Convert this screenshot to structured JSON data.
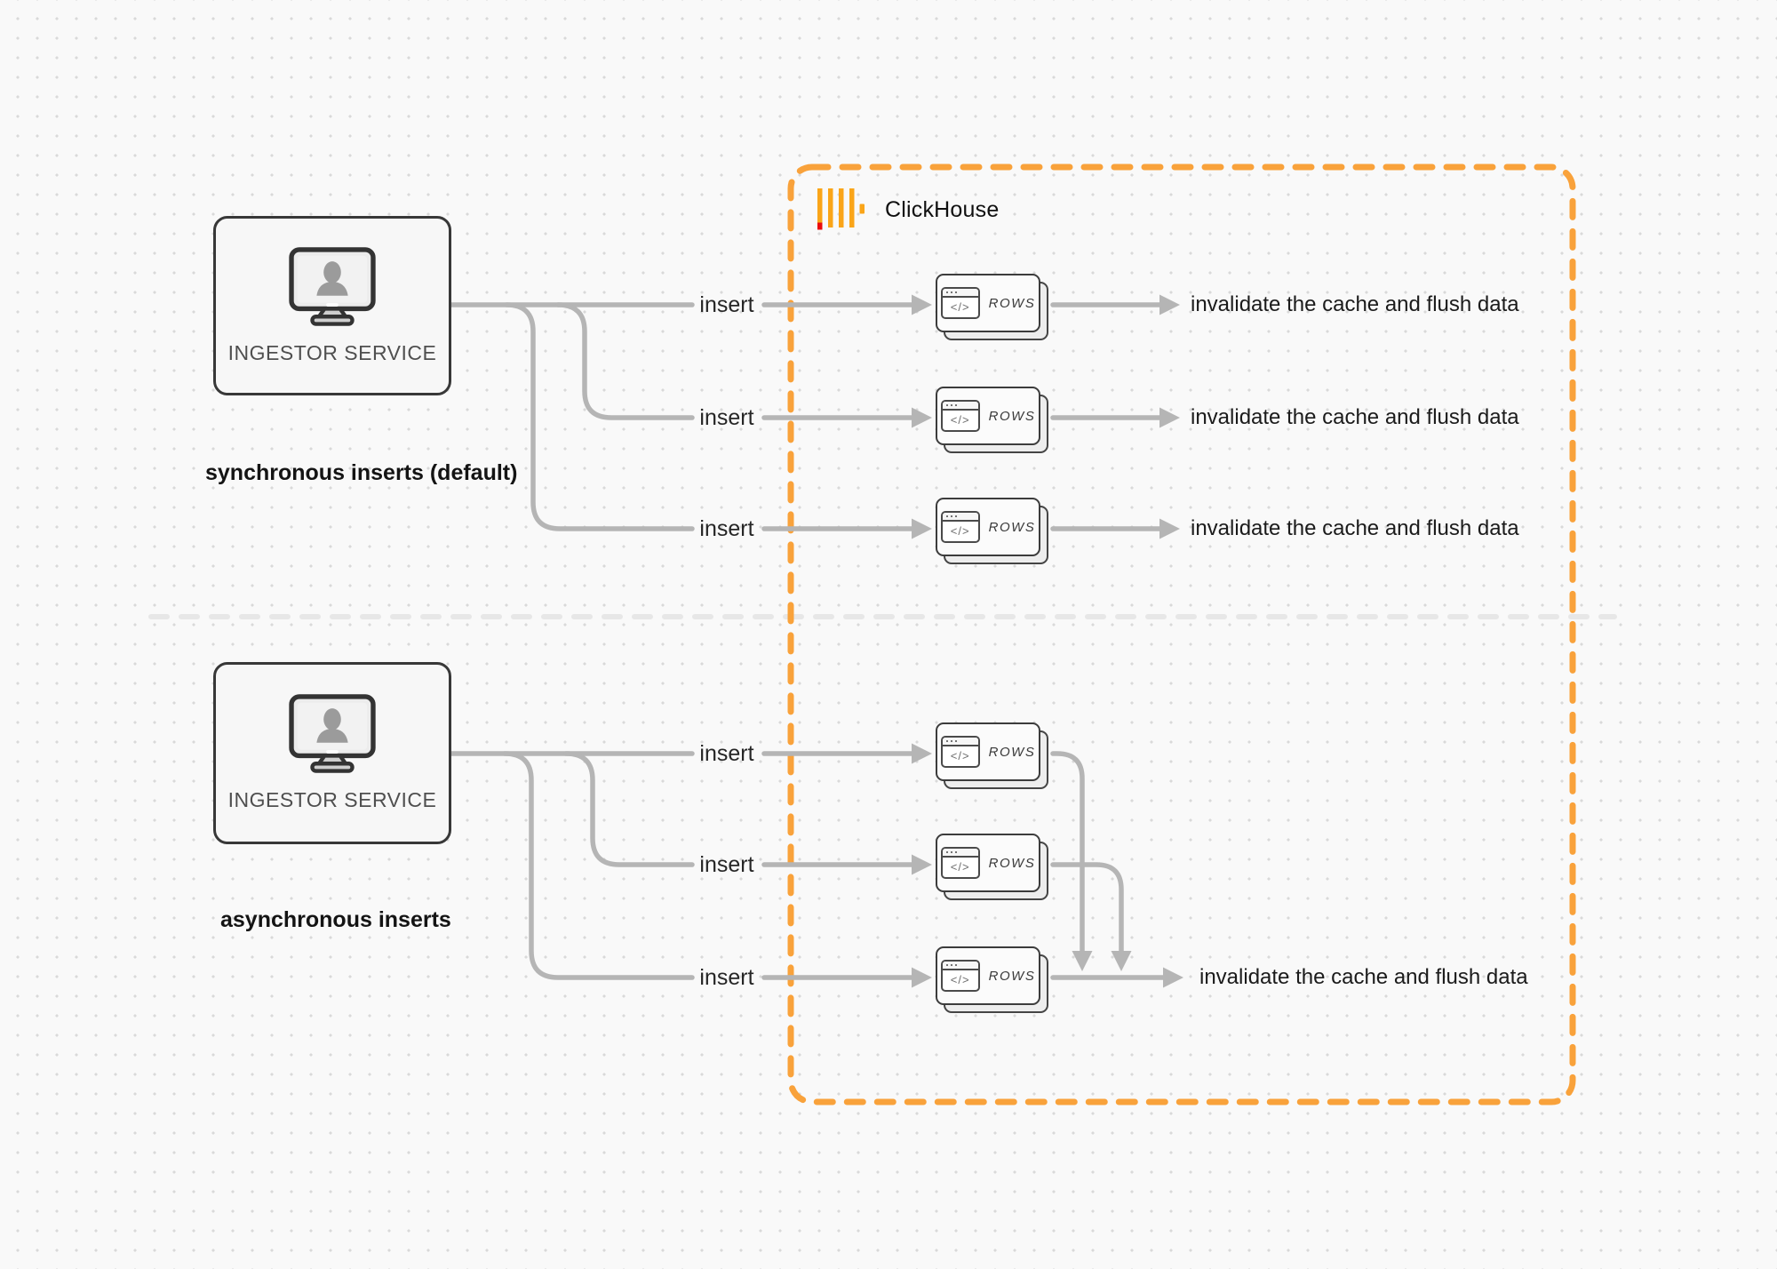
{
  "colors": {
    "accent_orange": "#F9A23B",
    "logo_yellow": "#FAA519",
    "logo_red": "#EB0B0B",
    "connector_gray": "#B5B5B5",
    "divider_gray": "#E7E7E7",
    "box_border": "#383838",
    "text_dark": "#1C1C1E"
  },
  "icons": {
    "source": "monitor-user-icon",
    "card": "code-window-icon",
    "logo": "clickhouse-logo-icon"
  },
  "clickhouse": {
    "label": "ClickHouse"
  },
  "sync_section": {
    "source": {
      "label": "INGESTOR SERVICE"
    },
    "caption": "synchronous inserts (default)",
    "rows": [
      {
        "insert_label": "insert",
        "card_label": "ROWS",
        "code_glyph": "</>",
        "result_label": "invalidate the cache and flush data"
      },
      {
        "insert_label": "insert",
        "card_label": "ROWS",
        "code_glyph": "</>",
        "result_label": "invalidate the cache and flush data"
      },
      {
        "insert_label": "insert",
        "card_label": "ROWS",
        "code_glyph": "</>",
        "result_label": "invalidate the cache and flush data"
      }
    ]
  },
  "async_section": {
    "source": {
      "label": "INGESTOR SERVICE"
    },
    "caption": "asynchronous inserts",
    "rows": [
      {
        "insert_label": "insert",
        "card_label": "ROWS",
        "code_glyph": "</>"
      },
      {
        "insert_label": "insert",
        "card_label": "ROWS",
        "code_glyph": "</>"
      },
      {
        "insert_label": "insert",
        "card_label": "ROWS",
        "code_glyph": "</>"
      }
    ],
    "result_label": "invalidate the cache and flush data"
  }
}
